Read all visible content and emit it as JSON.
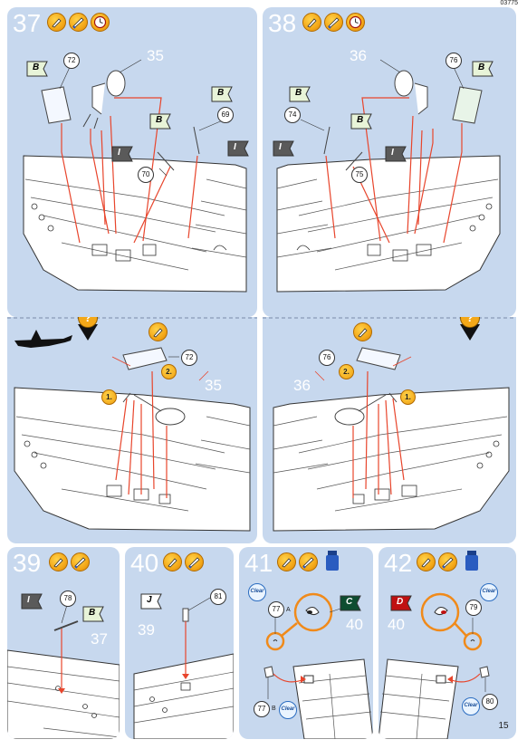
{
  "header": {
    "doc_id": "03775"
  },
  "panels": {
    "s37": {
      "step": "37",
      "callouts": [
        "72",
        "35",
        "69",
        "70"
      ],
      "flags": [
        "B",
        "B",
        "B",
        "I",
        "I"
      ]
    },
    "s38": {
      "step": "38",
      "callouts": [
        "36",
        "76",
        "74",
        "75"
      ],
      "flags": [
        "B",
        "B",
        "B",
        "I",
        "I"
      ]
    },
    "mid_left": {
      "labels": [
        "72",
        "35"
      ],
      "orders": [
        "1.",
        "2."
      ]
    },
    "mid_right": {
      "labels": [
        "76",
        "36"
      ],
      "orders": [
        "2.",
        "1."
      ]
    },
    "s39": {
      "step": "39",
      "callouts": [
        "78"
      ],
      "flags": [
        "I",
        "B"
      ],
      "part": "37"
    },
    "s40": {
      "step": "40",
      "callouts": [
        "81"
      ],
      "flags": [
        "J"
      ],
      "part": "39"
    },
    "s41": {
      "step": "41",
      "callouts": [
        "77",
        "77"
      ],
      "flags": [
        "C"
      ],
      "part": "40",
      "clear": "Clear",
      "side_a": "A",
      "side_b": "B"
    },
    "s42": {
      "step": "42",
      "callouts": [
        "79",
        "80"
      ],
      "flags": [
        "D"
      ],
      "part": "40",
      "clear": "Clear"
    }
  },
  "help": "?",
  "footer": {
    "page": "15"
  },
  "colors": {
    "panel": "#c7d8ee",
    "accent": "#f4a818",
    "arrow": "#e8452c",
    "flag_light": "#e8f4d8",
    "flag_dark": "#5a5a5a"
  }
}
